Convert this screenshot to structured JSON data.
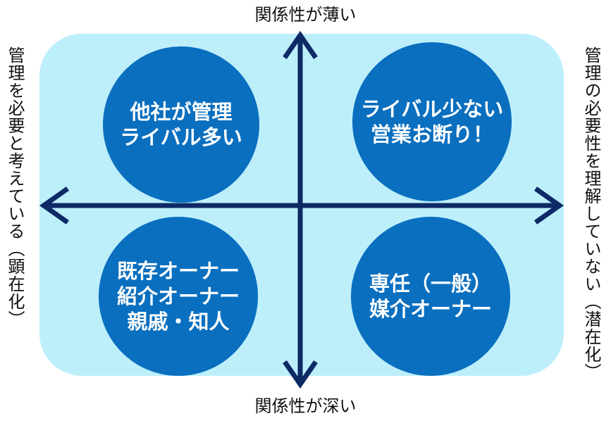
{
  "labels": {
    "top": "関係性が薄い",
    "bottom": "関係性が深い",
    "left": "管理を必要と考えている（顕在化）",
    "right": "管理の必要性を理解していない（潜在化）"
  },
  "quadrants": {
    "top_left": [
      "他社が管理",
      "ライバル多い"
    ],
    "top_right": [
      "ライバル少ない",
      "営業お断り！"
    ],
    "bottom_left": [
      "既存オーナー",
      "紹介オーナー",
      "親戚・知人"
    ],
    "bottom_right": [
      "専任（一般）",
      "媒介オーナー"
    ]
  },
  "colors": {
    "panel": "#bdeffb",
    "circle": "#0a6fbf",
    "axis": "#0d2a66"
  }
}
